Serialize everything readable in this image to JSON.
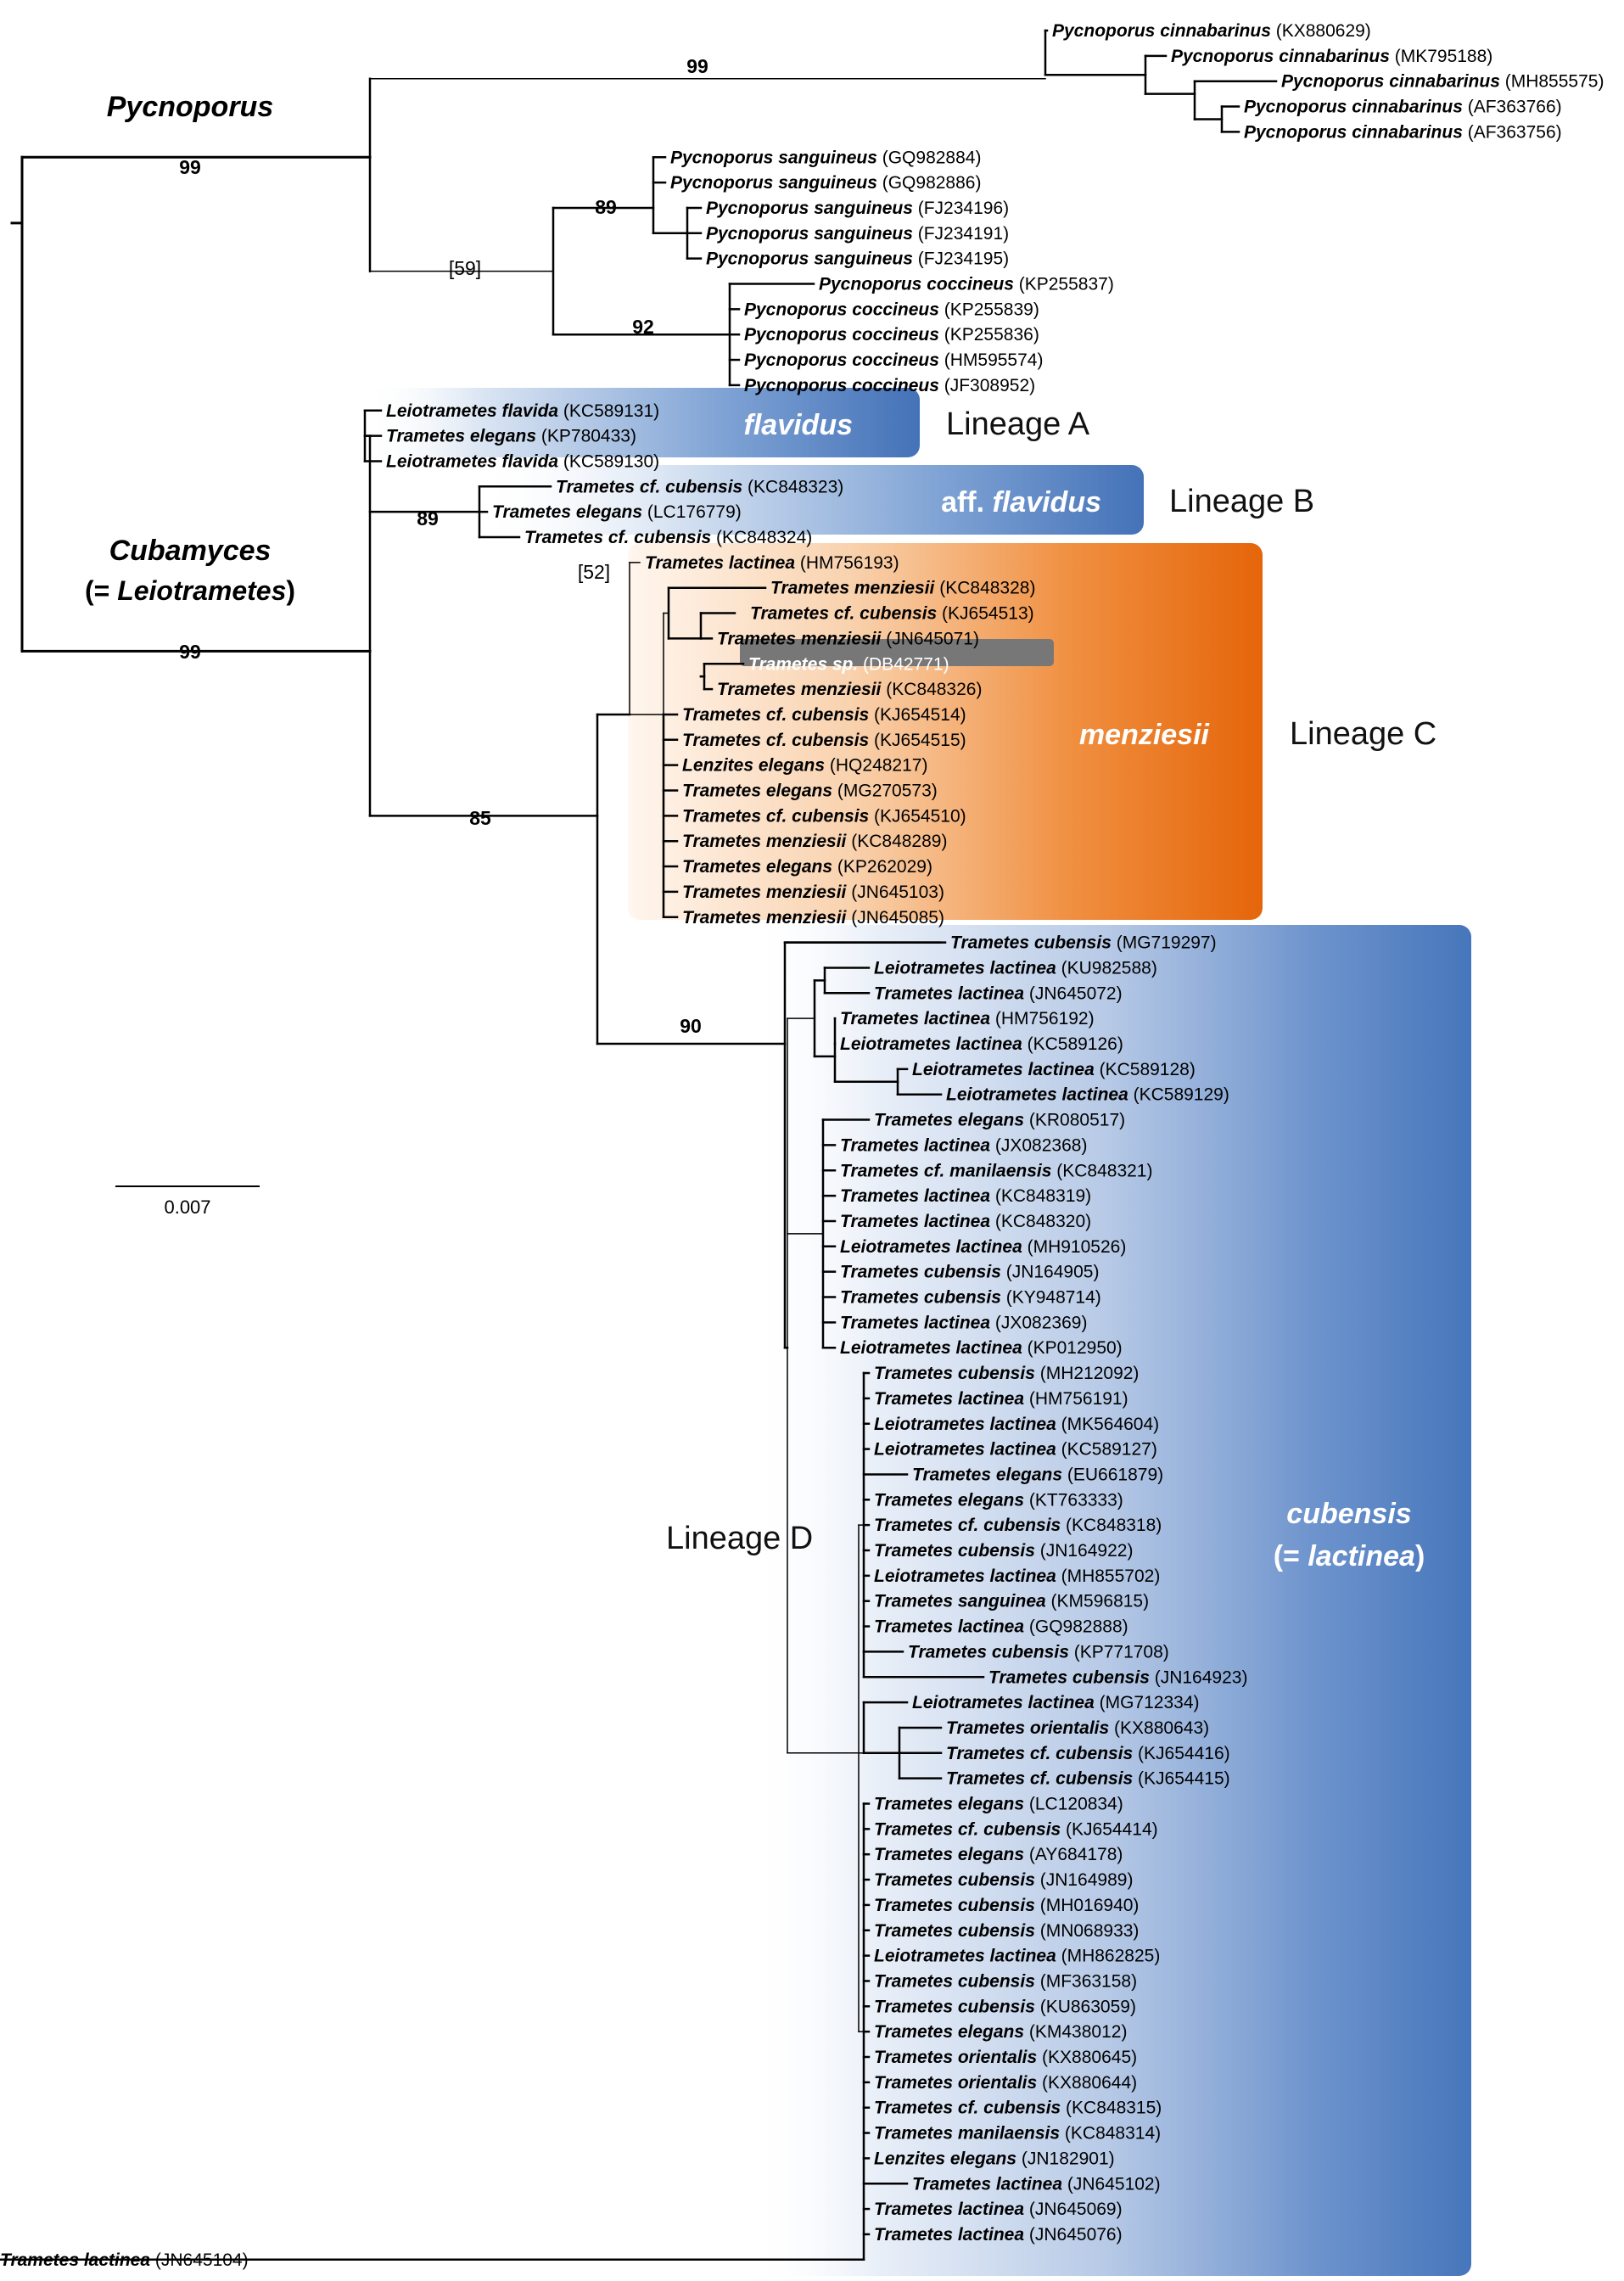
{
  "genera": {
    "pycnoporus": "Pycnoporus",
    "cubamyces": "Cubamyces",
    "cubamyces_syn_open": "(= ",
    "cubamyces_syn_name": "Leiotrametes",
    "cubamyces_syn_close": ")"
  },
  "lineages": {
    "a": "Lineage A",
    "b": "Lineage B",
    "c": "Lineage C",
    "d": "Lineage D"
  },
  "clades": {
    "flavidus": "flavidus",
    "aff_prefix": "aff. ",
    "aff_name": "flavidus",
    "menziesii": "menziesii",
    "cubensis": "cubensis",
    "cubensis_syn_open": "(= ",
    "cubensis_syn_name": "lactinea",
    "cubensis_syn_close": ")"
  },
  "clade_colors": {
    "blue": "#4a7cc0",
    "orange": "#e8690a",
    "highlight_box": "#777777"
  },
  "support": {
    "pycnoporus_root": "99",
    "cinnabarinus": "99",
    "sang_cocc_bracket": "[59]",
    "sanguineus": "89",
    "coccineus": "92",
    "cubamyces_root": "99",
    "lineage_b": "89",
    "lineage_c_bracket": "[52]",
    "c_plus_d": "85",
    "lineage_d": "90"
  },
  "scale_bar": {
    "label": "0.007"
  },
  "tips": [
    {
      "name": "Pycnoporus cinnabarinus",
      "acc": "(KX880629)"
    },
    {
      "name": "Pycnoporus cinnabarinus",
      "acc": "(MK795188)"
    },
    {
      "name": "Pycnoporus cinnabarinus",
      "acc": "(MH855575)"
    },
    {
      "name": "Pycnoporus cinnabarinus",
      "acc": "(AF363766)"
    },
    {
      "name": "Pycnoporus cinnabarinus",
      "acc": "(AF363756)"
    },
    {
      "name": "Pycnoporus sanguineus",
      "acc": "(GQ982884)"
    },
    {
      "name": "Pycnoporus sanguineus",
      "acc": "(GQ982886)"
    },
    {
      "name": "Pycnoporus sanguineus",
      "acc": "(FJ234196)"
    },
    {
      "name": "Pycnoporus sanguineus",
      "acc": "(FJ234191)"
    },
    {
      "name": "Pycnoporus sanguineus",
      "acc": "(FJ234195)"
    },
    {
      "name": "Pycnoporus coccineus",
      "acc": "(KP255837)"
    },
    {
      "name": "Pycnoporus coccineus",
      "acc": "(KP255839)"
    },
    {
      "name": "Pycnoporus coccineus",
      "acc": "(KP255836)"
    },
    {
      "name": "Pycnoporus coccineus",
      "acc": "(HM595574)"
    },
    {
      "name": "Pycnoporus coccineus",
      "acc": "(JF308952)"
    },
    {
      "name": "Leiotrametes flavida",
      "acc": "(KC589131)"
    },
    {
      "name": "Trametes elegans",
      "acc": "(KP780433)"
    },
    {
      "name": "Leiotrametes flavida",
      "acc": "(KC589130)"
    },
    {
      "name": "Trametes cf. cubensis",
      "acc": "(KC848323)"
    },
    {
      "name": "Trametes elegans",
      "acc": "(LC176779)"
    },
    {
      "name": "Trametes cf. cubensis",
      "acc": "(KC848324)"
    },
    {
      "name": "Trametes lactinea",
      "acc": "(HM756193)"
    },
    {
      "name": "Trametes menziesii",
      "acc": "(KC848328)"
    },
    {
      "name": "Trametes cf. cubensis",
      "acc": "(KJ654513)"
    },
    {
      "name": "Trametes menziesii",
      "acc": "(JN645071)"
    },
    {
      "name": "Trametes sp.",
      "acc": "(DB42771)"
    },
    {
      "name": "Trametes menziesii",
      "acc": "(KC848326)"
    },
    {
      "name": "Trametes cf. cubensis",
      "acc": "(KJ654514)"
    },
    {
      "name": "Trametes cf. cubensis",
      "acc": "(KJ654515)"
    },
    {
      "name": "Lenzites elegans",
      "acc": "(HQ248217)"
    },
    {
      "name": "Trametes elegans",
      "acc": "(MG270573)"
    },
    {
      "name": "Trametes cf. cubensis",
      "acc": "(KJ654510)"
    },
    {
      "name": "Trametes menziesii",
      "acc": "(KC848289)"
    },
    {
      "name": "Trametes elegans",
      "acc": "(KP262029)"
    },
    {
      "name": "Trametes menziesii",
      "acc": "(JN645103)"
    },
    {
      "name": "Trametes menziesii",
      "acc": "(JN645085)"
    },
    {
      "name": "Trametes cubensis",
      "acc": "(MG719297)"
    },
    {
      "name": "Leiotrametes lactinea",
      "acc": "(KU982588)"
    },
    {
      "name": "Trametes lactinea",
      "acc": "(JN645072)"
    },
    {
      "name": "Trametes lactinea",
      "acc": "(HM756192)"
    },
    {
      "name": "Leiotrametes lactinea",
      "acc": "(KC589126)"
    },
    {
      "name": "Leiotrametes lactinea",
      "acc": "(KC589128)"
    },
    {
      "name": "Leiotrametes lactinea",
      "acc": "(KC589129)"
    },
    {
      "name": "Trametes elegans",
      "acc": "(KR080517)"
    },
    {
      "name": "Trametes lactinea",
      "acc": "(JX082368)"
    },
    {
      "name": "Trametes cf. manilaensis",
      "acc": "(KC848321)"
    },
    {
      "name": "Trametes lactinea",
      "acc": "(KC848319)"
    },
    {
      "name": "Trametes lactinea",
      "acc": "(KC848320)"
    },
    {
      "name": "Leiotrametes lactinea",
      "acc": "(MH910526)"
    },
    {
      "name": "Trametes cubensis",
      "acc": "(JN164905)"
    },
    {
      "name": "Trametes cubensis",
      "acc": "(KY948714)"
    },
    {
      "name": "Trametes lactinea",
      "acc": "(JX082369)"
    },
    {
      "name": "Leiotrametes lactinea",
      "acc": "(KP012950)"
    },
    {
      "name": "Trametes cubensis",
      "acc": "(MH212092)"
    },
    {
      "name": "Trametes lactinea",
      "acc": "(HM756191)"
    },
    {
      "name": "Leiotrametes lactinea",
      "acc": "(MK564604)"
    },
    {
      "name": "Leiotrametes lactinea",
      "acc": "(KC589127)"
    },
    {
      "name": "Trametes elegans",
      "acc": "(EU661879)"
    },
    {
      "name": "Trametes elegans",
      "acc": "(KT763333)"
    },
    {
      "name": "Trametes cf. cubensis",
      "acc": "(KC848318)"
    },
    {
      "name": "Trametes cubensis",
      "acc": "(JN164922)"
    },
    {
      "name": "Leiotrametes lactinea",
      "acc": "(MH855702)"
    },
    {
      "name": "Trametes sanguinea",
      "acc": "(KM596815)"
    },
    {
      "name": "Trametes lactinea",
      "acc": "(GQ982888)"
    },
    {
      "name": "Trametes cubensis",
      "acc": "(KP771708)"
    },
    {
      "name": "Trametes cubensis",
      "acc": "(JN164923)"
    },
    {
      "name": "Leiotrametes lactinea",
      "acc": "(MG712334)"
    },
    {
      "name": "Trametes orientalis",
      "acc": "(KX880643)"
    },
    {
      "name": "Trametes cf. cubensis",
      "acc": "(KJ654416)"
    },
    {
      "name": "Trametes cf. cubensis",
      "acc": "(KJ654415)"
    },
    {
      "name": "Trametes elegans",
      "acc": "(LC120834)"
    },
    {
      "name": "Trametes cf. cubensis",
      "acc": "(KJ654414)"
    },
    {
      "name": "Trametes elegans",
      "acc": "(AY684178)"
    },
    {
      "name": "Trametes cubensis",
      "acc": "(JN164989)"
    },
    {
      "name": "Trametes cubensis",
      "acc": "(MH016940)"
    },
    {
      "name": "Trametes cubensis",
      "acc": "(MN068933)"
    },
    {
      "name": "Leiotrametes lactinea",
      "acc": "(MH862825)"
    },
    {
      "name": "Trametes cubensis",
      "acc": "(MF363158)"
    },
    {
      "name": "Trametes cubensis",
      "acc": "(KU863059)"
    },
    {
      "name": "Trametes elegans",
      "acc": "(KM438012)"
    },
    {
      "name": "Trametes orientalis",
      "acc": "(KX880645)"
    },
    {
      "name": "Trametes orientalis",
      "acc": "(KX880644)"
    },
    {
      "name": "Trametes cf. cubensis",
      "acc": "(KC848315)"
    },
    {
      "name": "Trametes manilaensis",
      "acc": "(KC848314)"
    },
    {
      "name": "Lenzites elegans",
      "acc": "(JN182901)"
    },
    {
      "name": "Trametes lactinea",
      "acc": "(JN645102)"
    },
    {
      "name": "Trametes lactinea",
      "acc": "(JN645069)"
    },
    {
      "name": "Trametes lactinea",
      "acc": "(JN645076)"
    },
    {
      "name": "Trametes lactinea",
      "acc": "(JN645104)"
    }
  ]
}
